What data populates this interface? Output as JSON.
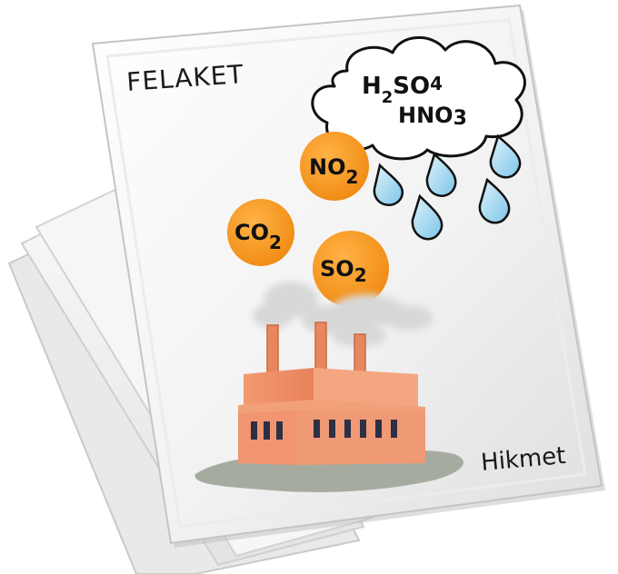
{
  "poster": {
    "title": "FELAKET",
    "signature": "Hikmet"
  },
  "molecules": {
    "acid1": {
      "main": "H",
      "sub1": "2",
      "mid": "SO",
      "sub2": "4"
    },
    "acid2": {
      "main": "HNO",
      "sub": "3"
    },
    "no2": {
      "main": "NO",
      "sub": "2"
    },
    "co2": {
      "main": "CO",
      "sub": "2"
    },
    "so2": {
      "main": "SO",
      "sub": "2"
    }
  },
  "colors": {
    "bubble": "#f7941d",
    "drop": "#9fd4ee",
    "factory": "#ee8e63",
    "ground": "#a9ada0"
  }
}
